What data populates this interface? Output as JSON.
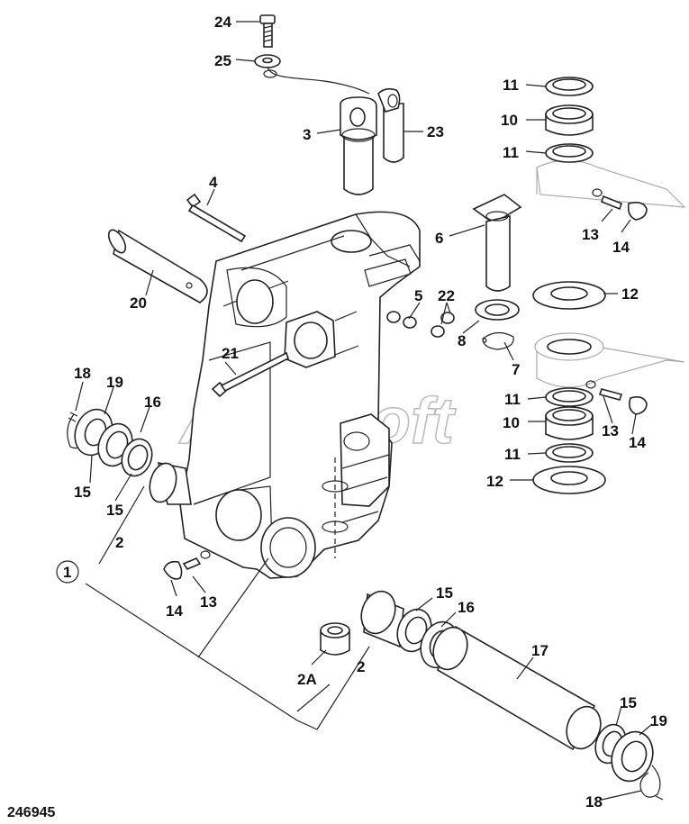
{
  "figure": {
    "ref_number": "246945",
    "watermark": "AutoSoft",
    "callouts": {
      "c24": "24",
      "c25": "25",
      "c3": "3",
      "c23": "23",
      "c4": "4",
      "c20": "20",
      "c21": "21",
      "c5": "5",
      "c22": "22",
      "c6": "6",
      "c8": "8",
      "c7": "7",
      "c11a": "11",
      "c10a": "10",
      "c11b": "11",
      "c13a": "13",
      "c14a": "14",
      "c12a": "12",
      "c11c": "11",
      "c10b": "10",
      "c11d": "11",
      "c12b": "12",
      "c13b": "13",
      "c14b": "14",
      "c18a": "18",
      "c19a": "19",
      "c16a": "16",
      "c15a": "15",
      "c15b": "15",
      "c2a": "2",
      "c1": "1",
      "c14c": "14",
      "c13c": "13",
      "c2A": "2A",
      "c2b": "2",
      "c15c": "15",
      "c16b": "16",
      "c17": "17",
      "c15d": "15",
      "c19b": "19",
      "c18b": "18"
    }
  }
}
